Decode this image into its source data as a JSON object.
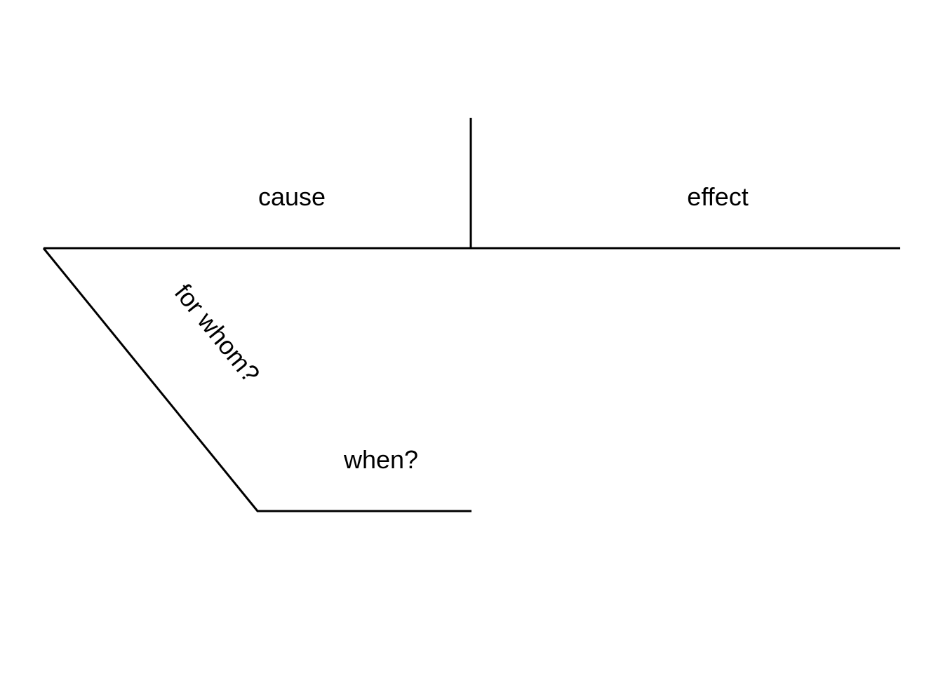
{
  "diagram": {
    "labels": {
      "subject": "cause",
      "predicate": "effect",
      "modifier_1": "for whom?",
      "modifier_2": "when?"
    },
    "colors": {
      "line": "#000000",
      "text": "#000000",
      "background": "#ffffff"
    }
  }
}
